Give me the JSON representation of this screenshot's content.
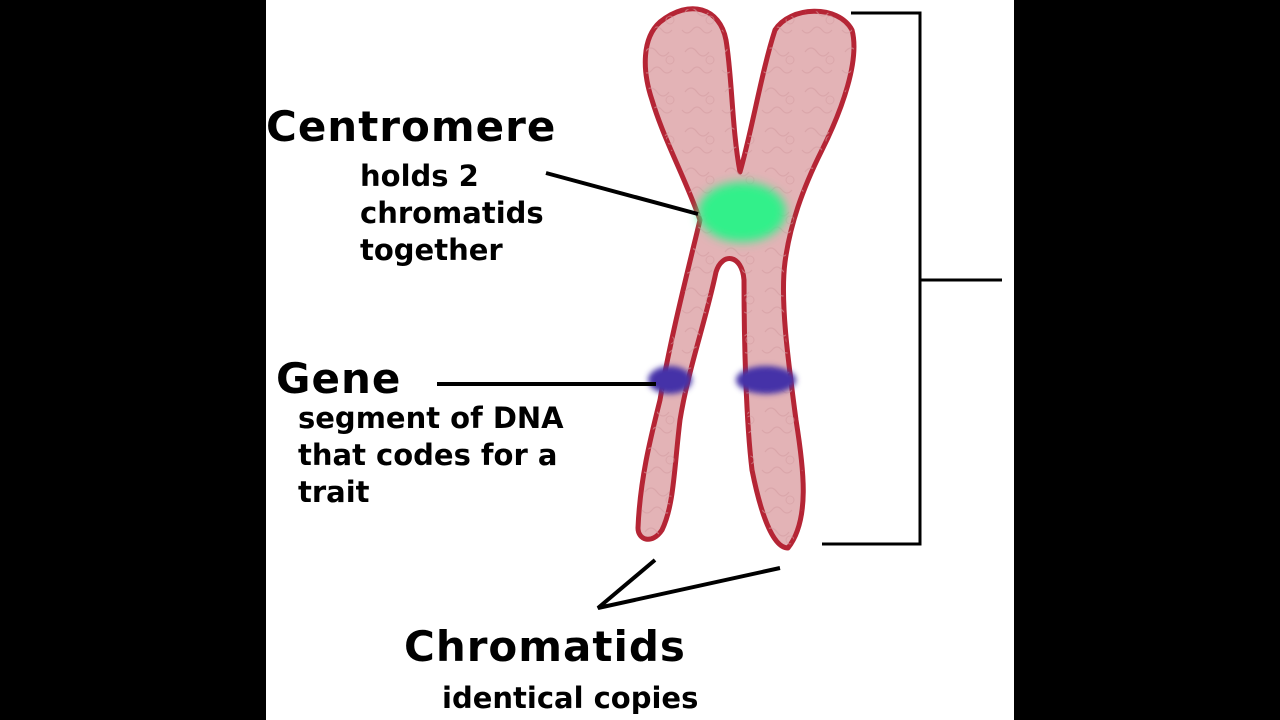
{
  "labels": {
    "centromere": {
      "title": "Centromere",
      "description": [
        "holds 2",
        "chromatids",
        "together"
      ]
    },
    "gene": {
      "title": "Gene",
      "description": [
        "segment of DNA",
        "that codes for a",
        "trait"
      ]
    },
    "chromatids": {
      "title": "Chromatids",
      "description": [
        "identical copies"
      ]
    }
  },
  "colors": {
    "background": "#000000",
    "panel": "#ffffff",
    "chromosome_fill": "#e3b3b6",
    "chromosome_outline": "#b52535",
    "centromere": "#33f08a",
    "gene_band": "#4433a8"
  }
}
